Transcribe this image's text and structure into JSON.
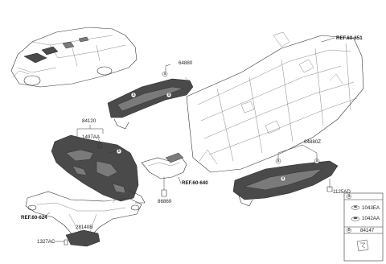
{
  "parts": {
    "p64880": "64880",
    "p84120": "84120",
    "p1497AA": "1497AA",
    "p64880Z": "64880Z",
    "p86869": "86869",
    "p1125AD": "1125AD",
    "p28140B": "28140B",
    "p1327AC": "1327AC"
  },
  "refs": {
    "r60651": "REF.60-651",
    "r60640": "REF.60-640",
    "r60624": "REF.60-624"
  },
  "callouts": {
    "a": "a",
    "b": "b"
  },
  "legend": {
    "a_key": "a",
    "b_key": "b",
    "item1": "1043EA",
    "item2": "1042AA",
    "b_part": "84147"
  }
}
